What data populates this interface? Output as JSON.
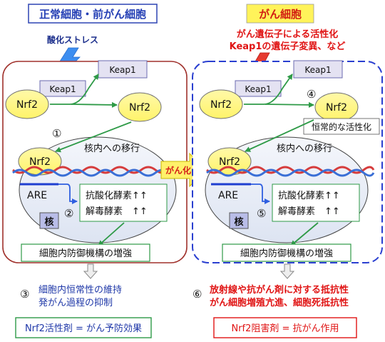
{
  "left_panel": {
    "title": "正常細胞・前がん細胞",
    "stress": "酸化ストレス",
    "keap1_free": "Keap1",
    "keap1_bound": "Keap1",
    "nrf2_a": "Nrf2",
    "nrf2_b": "Nrf2",
    "nrf2_nucleus": "Nrf2",
    "step1": "①",
    "migration": "核内への移行",
    "are": "ARE",
    "genes_1": "抗酸化酵素↑↑",
    "genes_2": "解毒酵素　↑↑",
    "step2": "②",
    "nucleus": "核",
    "defense": "細胞内防御機構の増強",
    "step3": "③",
    "result_1": "細胞内恒常性の維持",
    "result_2": "発がん過程の抑制",
    "conclusion": "Nrf2活性剤 = がん予防効果"
  },
  "transition": "がん化",
  "right_panel": {
    "title": "がん細胞",
    "cause_1": "がん遺伝子による活性化",
    "cause_2": "Keap1の遺伝子変異、など",
    "keap1_free": "Keap1",
    "keap1_bound": "Keap1",
    "nrf2_a": "Nrf2",
    "nrf2_b": "Nrf2",
    "nrf2_nucleus": "Nrf2",
    "step4": "④",
    "constitutive": "恒常的な活性化",
    "migration": "核内への移行",
    "are": "ARE",
    "genes_1": "抗酸化酵素↑↑",
    "genes_2": "解毒酵素　↑↑",
    "step5": "⑤",
    "nucleus": "核",
    "defense": "細胞内防御機構の増強",
    "step6": "⑥",
    "result_1": "放射線や抗がん剤に対する抵抗性",
    "result_2": "がん細胞増殖亢進、細胞死抵抗性",
    "conclusion": "Nrf2阻害剤 = 抗がん作用"
  },
  "colors": {
    "left_cell_border": "#a0312c",
    "right_cell_border": "#2a3fd0",
    "nrf2_fill": "#f7ef3c",
    "keap1_fill": "#e4e2f2",
    "nucleus_fill": "#e9eef8",
    "arrow_green": "#2e9a47",
    "arrow_blue": "#2f5fe0",
    "title_left": "#2540b5",
    "title_right": "#d21d12",
    "red_text": "#e01414"
  }
}
